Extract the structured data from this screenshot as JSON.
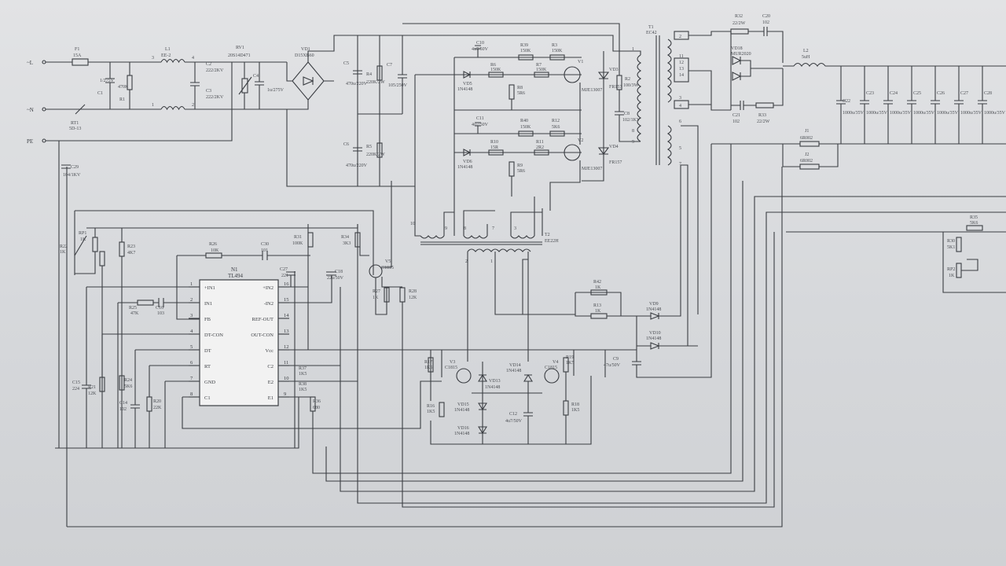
{
  "inputs": {
    "l_terminal": "~L",
    "n_terminal": "~N",
    "pe_terminal": "PE"
  },
  "components": {
    "F1": {
      "ref": "F1",
      "val": "15A"
    },
    "C1": {
      "ref": "C1",
      "val": "1/275V"
    },
    "R1": {
      "ref": "R1",
      "val": "470K"
    },
    "L1": {
      "ref": "L1",
      "val": "EE-2"
    },
    "RV1": {
      "ref": "RV1",
      "val": "20S14D471"
    },
    "C2": {
      "ref": "C2",
      "val": "222/2KV"
    },
    "C3": {
      "ref": "C3",
      "val": "222/2KV"
    },
    "C4": {
      "ref": "C4",
      "val": "1u/275V"
    },
    "VD1": {
      "ref": "VD1",
      "val": "D15XB60"
    },
    "C5": {
      "ref": "C5",
      "val": "470u/220V"
    },
    "C6": {
      "ref": "C6",
      "val": "470u/220V"
    },
    "R4": {
      "ref": "R4",
      "val": "220K/2W"
    },
    "R5": {
      "ref": "R5",
      "val": "220K/2W"
    },
    "C7": {
      "ref": "C7",
      "val": "105/250V"
    },
    "RT1": {
      "ref": "RT1",
      "val": "5D-13"
    },
    "C8": {
      "ref": "C8",
      "val": "102/1KV"
    },
    "C10": {
      "ref": "C10",
      "val": "4u7/50V"
    },
    "C11": {
      "ref": "C11",
      "val": "4u7/50V"
    },
    "R39": {
      "ref": "R39",
      "val": "150K"
    },
    "R40": {
      "ref": "R40",
      "val": "150K"
    },
    "R3": {
      "ref": "R3",
      "val": "150K"
    },
    "R6": {
      "ref": "R6",
      "val": "150K"
    },
    "R7": {
      "ref": "R7",
      "val": "150K"
    },
    "R8": {
      "ref": "R8",
      "val": "5R6"
    },
    "R9": {
      "ref": "R9",
      "val": "5R6"
    },
    "R10": {
      "ref": "R10",
      "val": "15R"
    },
    "R11": {
      "ref": "R11",
      "val": "2R2"
    },
    "R12": {
      "ref": "R12",
      "val": "5K6"
    },
    "VD5": {
      "ref": "VD5",
      "val": "1N4148"
    },
    "VD6": {
      "ref": "VD6",
      "val": "1N4148"
    },
    "V1": {
      "ref": "V1",
      "val": "MJE13007"
    },
    "V2": {
      "ref": "V2",
      "val": "MJE13007"
    },
    "VD3": {
      "ref": "VD3",
      "val": "FR157"
    },
    "VD4": {
      "ref": "VD4",
      "val": "FR157"
    },
    "R2": {
      "ref": "R2",
      "val": "100/3W"
    },
    "T1": {
      "ref": "T1",
      "val": "EC42"
    },
    "T2": {
      "ref": "T2",
      "val": "EE22H"
    },
    "R32": {
      "ref": "R32",
      "val": "22/2W"
    },
    "R33": {
      "ref": "R33",
      "val": "22/2W"
    },
    "C20": {
      "ref": "C20",
      "val": "102"
    },
    "C21": {
      "ref": "C21",
      "val": "102"
    },
    "VD18": {
      "ref": "VD18",
      "val": "MUR2020"
    },
    "L2": {
      "ref": "L2",
      "val": "5uH"
    },
    "J1": {
      "ref": "J1",
      "val": "6R002"
    },
    "J2": {
      "ref": "J2",
      "val": "6R002"
    },
    "C22": {
      "ref": "C22",
      "val": "1000u/35V"
    },
    "C23": {
      "ref": "C23",
      "val": "1000u/35V"
    },
    "C24": {
      "ref": "C24",
      "val": "1000u/35V"
    },
    "C25": {
      "ref": "C25",
      "val": "1000u/35V"
    },
    "C26": {
      "ref": "C26",
      "val": "1000u/35V"
    },
    "C27": {
      "ref": "C27",
      "val": "1000u/35V"
    },
    "C28": {
      "ref": "C28",
      "val": "1000u/35V"
    },
    "C29": {
      "ref": "C29",
      "val": "104/1KV"
    },
    "RP1": {
      "ref": "RP1",
      "val": "1K"
    },
    "R22": {
      "ref": "R22",
      "val": "1K"
    },
    "R23": {
      "ref": "R23",
      "val": "4K7"
    },
    "R26": {
      "ref": "R26",
      "val": "10K"
    },
    "C30": {
      "ref": "C30",
      "val": "101"
    },
    "R31": {
      "ref": "R31",
      "val": "100K"
    },
    "R34": {
      "ref": "R34",
      "val": "3K3"
    },
    "C27b": {
      "ref": "C27",
      "val": "221"
    },
    "C18": {
      "ref": "C18",
      "val": "22u/50V"
    },
    "V5": {
      "ref": "V5",
      "val": "C1815"
    },
    "R27": {
      "ref": "R27",
      "val": "1K"
    },
    "R28": {
      "ref": "R28",
      "val": "12K"
    },
    "R25": {
      "ref": "R25",
      "val": "47K"
    },
    "C16": {
      "ref": "C16",
      "val": "103"
    },
    "C15": {
      "ref": "C15",
      "val": "224"
    },
    "R21": {
      "ref": "R21",
      "val": "12K"
    },
    "R24": {
      "ref": "R24",
      "val": "5K6"
    },
    "C14": {
      "ref": "C14",
      "val": "102"
    },
    "R20": {
      "ref": "R20",
      "val": "22K"
    },
    "R36": {
      "ref": "R36",
      "val": "680"
    },
    "R37": {
      "ref": "R37",
      "val": "1K5"
    },
    "R38": {
      "ref": "R38",
      "val": "1K5"
    },
    "R16": {
      "ref": "R16",
      "val": "1K5"
    },
    "R17": {
      "ref": "R17",
      "val": "1K5"
    },
    "R18": {
      "ref": "R18",
      "val": "1K5"
    },
    "R19": {
      "ref": "R19",
      "val": "1K5"
    },
    "V3": {
      "ref": "V3",
      "val": "C1815"
    },
    "V4": {
      "ref": "V4",
      "val": "C1815"
    },
    "VD13": {
      "ref": "VD13",
      "val": "1N4148"
    },
    "VD14": {
      "ref": "VD14",
      "val": "1N4148"
    },
    "VD15": {
      "ref": "VD15",
      "val": "1N4148"
    },
    "VD16": {
      "ref": "VD16",
      "val": "1N4148"
    },
    "C12": {
      "ref": "C12",
      "val": "4u7/50V"
    },
    "R42": {
      "ref": "R42",
      "val": "1K"
    },
    "R13": {
      "ref": "R13",
      "val": "1K"
    },
    "VD9": {
      "ref": "VD9",
      "val": "1N4148"
    },
    "VD10": {
      "ref": "VD10",
      "val": "1N4148"
    },
    "C9": {
      "ref": "C9",
      "val": "47u/50V"
    },
    "R35": {
      "ref": "R35",
      "val": "5K6"
    },
    "R30": {
      "ref": "R30",
      "val": "5K1"
    },
    "RP2": {
      "ref": "RP2",
      "val": "1K"
    }
  },
  "ic": {
    "ref": "N1",
    "part": "TL494",
    "left_pins": [
      {
        "num": "1",
        "name": "+IN1"
      },
      {
        "num": "2",
        "name": "IN1"
      },
      {
        "num": "3",
        "name": "FB"
      },
      {
        "num": "4",
        "name": "DT-CON"
      },
      {
        "num": "5",
        "name": "DT"
      },
      {
        "num": "6",
        "name": "RT"
      },
      {
        "num": "7",
        "name": "GND"
      },
      {
        "num": "8",
        "name": "C1"
      }
    ],
    "right_pins": [
      {
        "num": "16",
        "name": "+IN2"
      },
      {
        "num": "15",
        "name": "-IN2"
      },
      {
        "num": "14",
        "name": "REF-OUT"
      },
      {
        "num": "13",
        "name": "OUT-CON"
      },
      {
        "num": "12",
        "name": "Vcc"
      },
      {
        "num": "11",
        "name": "C2"
      },
      {
        "num": "10",
        "name": "E2"
      },
      {
        "num": "9",
        "name": "E1"
      }
    ]
  },
  "transformer_pins": {
    "t1_primary": [
      "1",
      "8",
      "9"
    ],
    "t1_secondary": [
      "2",
      "3",
      "4",
      "5",
      "6",
      "7",
      "11",
      "12",
      "13",
      "14"
    ],
    "t2": [
      "10",
      "9",
      "8",
      "7",
      "3",
      "2",
      "1"
    ],
    "l1": [
      "4",
      "3",
      "1",
      "2"
    ]
  }
}
